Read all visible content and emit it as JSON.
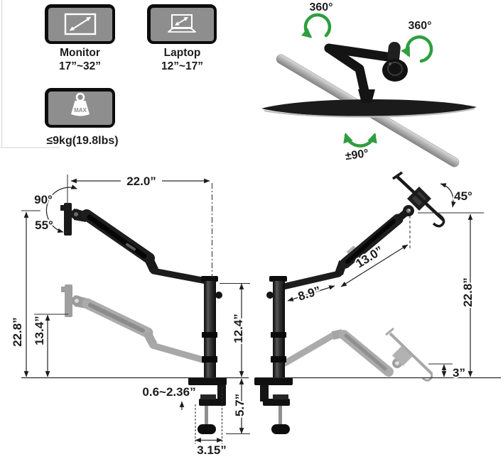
{
  "specs": {
    "monitor": {
      "label": "Monitor",
      "range": "17”~32”"
    },
    "laptop": {
      "label": "Laptop",
      "range": "12”~17”"
    },
    "weight": {
      "icon_text": "MAX",
      "limit": "≤9kg(19.8lbs)"
    }
  },
  "rotation": {
    "swivel_top": "360°",
    "swivel_vesa": "360°",
    "rotate": "±90°"
  },
  "left_diagram": {
    "arm_reach": "22.0”",
    "tilt_up": "90°",
    "tilt_down": "55°",
    "max_height": "22.8”",
    "min_height": "13.4”",
    "desk_thickness": "0.6~2.36”",
    "pole_height": "12.4”",
    "clamp_depth": "5.7”",
    "clamp_width": "3.15”"
  },
  "right_diagram": {
    "tilt": "45°",
    "upper_arm": "13.0”",
    "lower_arm": "8.9”",
    "max_height": "22.8”",
    "min_height": "3”"
  },
  "colors": {
    "accent_green": "#2e9e3e",
    "arm_black": "#1b1b1b",
    "arm_gray": "#ababab"
  }
}
